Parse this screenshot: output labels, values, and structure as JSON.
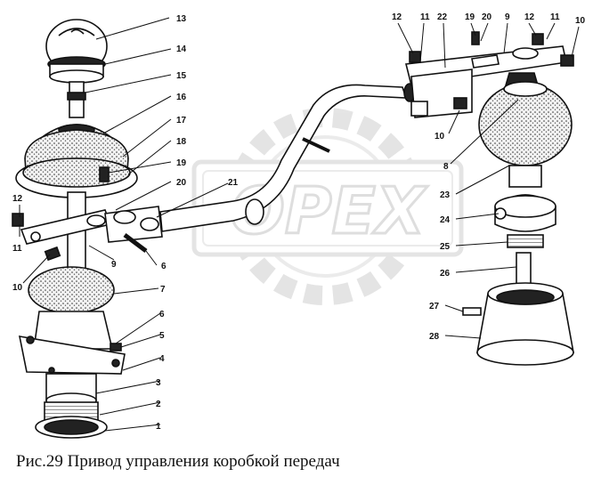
{
  "caption": "Рис.29  Привод управления коробкой передач",
  "watermark": "OPEX",
  "callouts": [
    "1",
    "2",
    "3",
    "4",
    "5",
    "6",
    "7",
    "8",
    "9",
    "10",
    "11",
    "12",
    "13",
    "14",
    "15",
    "16",
    "17",
    "18",
    "19",
    "20",
    "21",
    "22",
    "23",
    "24",
    "25",
    "26",
    "27",
    "28"
  ],
  "colors": {
    "ink": "#111111",
    "paper": "#ffffff",
    "watermark": "#d4d4d4"
  }
}
